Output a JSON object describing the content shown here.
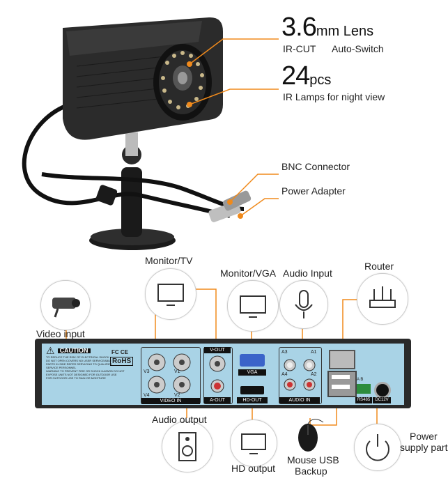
{
  "specs": {
    "lens_value": "3.6",
    "lens_unit": "mm Lens",
    "ircut": "IR-CUT",
    "autoswitch": "Auto-Switch",
    "lamps_value": "24",
    "lamps_unit": "pcs",
    "lamps_desc": "IR Lamps for night view",
    "bnc": "BNC Connector",
    "power_adapter": "Power Adapter"
  },
  "callouts": {
    "monitor_tv": "Monitor/TV",
    "monitor_vga": "Monitor/VGA",
    "audio_input": "Audio Input",
    "router": "Router",
    "video_input": "Video input",
    "audio_output": "Audio output",
    "hd_output": "HD output",
    "mouse_usb": "Mouse USB",
    "backup": "Backup",
    "power_supply": "Power",
    "power_supply2": "supply part"
  },
  "panel": {
    "caution": "CAUTION",
    "caution_lines": [
      "TO REDUCE THE RISK OF ELECTRICAL SHOCK",
      "DO NOT OPEN COVERS NO USER SERVICEABLE",
      "PARTS IN SIDE REFER SERVICING TO QUALIFIED",
      "SERVICE PERSONNEL",
      "WARNING TO PREVENT FIRE OR SHOCK HAZARD DO NOT",
      "EXPOSE UNITS NOT DESIGNED FOR OUTDOOR USE",
      "FOR OUTDOOR USE TO RAIN OR MOISTURE"
    ],
    "certs": "FC CE",
    "rohs": "RoHS",
    "v1": "V1",
    "v2": "V2",
    "v3": "V3",
    "v4": "V4",
    "video_in": "VIDEO IN",
    "v_out": "V-OUT",
    "a_out": "A-OUT",
    "vga": "VGA",
    "hd_out": "HD-OUT",
    "a1": "A1",
    "a2": "A2",
    "a3": "A3",
    "a4": "A4",
    "audio_in": "AUDIO IN",
    "rs485": "RS485",
    "ab": "A  B",
    "dc12v": "DC12V"
  },
  "colors": {
    "accent": "#f08a1c",
    "panel": "#a9d3e6",
    "chassis": "#2a2a2a"
  }
}
